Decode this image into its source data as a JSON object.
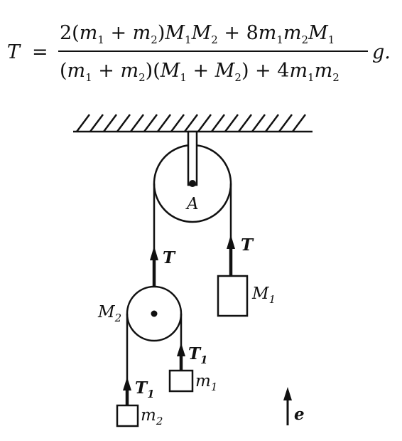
{
  "formula": {
    "lhs": "T",
    "eq": "=",
    "num": {
      "a": "2(",
      "m": "m",
      "s1": "1",
      "plus": " + ",
      "s2": "2",
      "b": ")",
      "M": "M",
      "s3": "1",
      "s4": "2",
      "c": " + 8",
      "s5": "1",
      "s6": "2",
      "s7": "1"
    },
    "den": {
      "a": "(",
      "m": "m",
      "s1": "1",
      "plus": " + ",
      "s2": "2",
      "b": ")(",
      "M": "M",
      "s3": "1",
      "s4": "2",
      "c": ") + 4",
      "s5": "1",
      "s6": "2"
    },
    "g": "g."
  },
  "labels": {
    "A": "A",
    "T_right": "T",
    "T_left": "T",
    "M1": {
      "base": "M",
      "sub": "1"
    },
    "M2": {
      "base": "M",
      "sub": "2"
    },
    "T1_a": {
      "base": "T",
      "sub": "1"
    },
    "T1_b": {
      "base": "T",
      "sub": "1"
    },
    "m1": {
      "base": "m",
      "sub": "1"
    },
    "m2": {
      "base": "m",
      "sub": "2"
    },
    "e": "e"
  },
  "colors": {
    "ink": "#111111",
    "background": "#ffffff"
  }
}
